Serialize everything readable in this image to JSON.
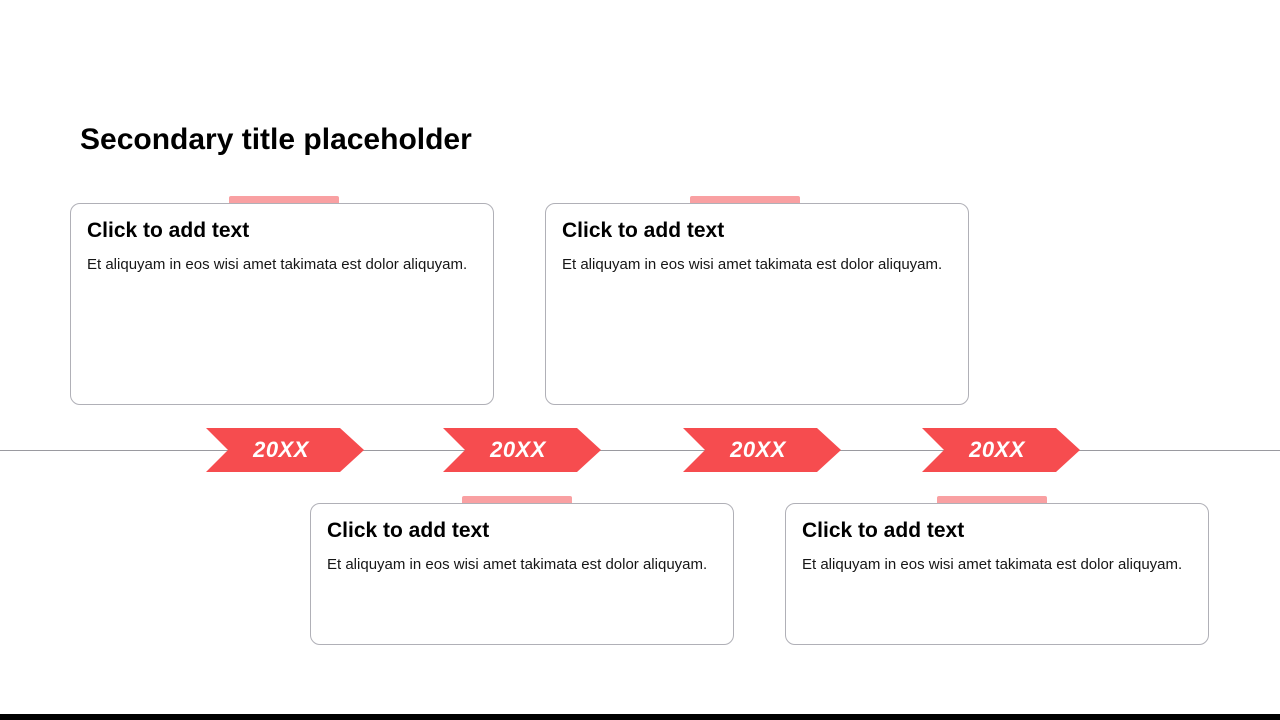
{
  "slide": {
    "title": "Secondary title placeholder"
  },
  "timeline": {
    "years": [
      "20XX",
      "20XX",
      "20XX",
      "20XX"
    ]
  },
  "cards": [
    {
      "title": "Click to add text",
      "body": "Et aliquyam in eos wisi amet takimata est dolor aliquyam."
    },
    {
      "title": "Click to add text",
      "body": "Et aliquyam in eos wisi amet takimata est dolor aliquyam."
    },
    {
      "title": "Click to add text",
      "body": "Et aliquyam in eos wisi amet takimata est dolor aliquyam."
    },
    {
      "title": "Click to add text",
      "body": "Et aliquyam in eos wisi amet takimata est dolor aliquyam."
    }
  ],
  "colors": {
    "accent": "#f64c4f",
    "accent_light": "#f9a0a2",
    "card_border": "#b0b0b7",
    "timeline_line": "#9a9aa0",
    "footer": "#000000"
  }
}
